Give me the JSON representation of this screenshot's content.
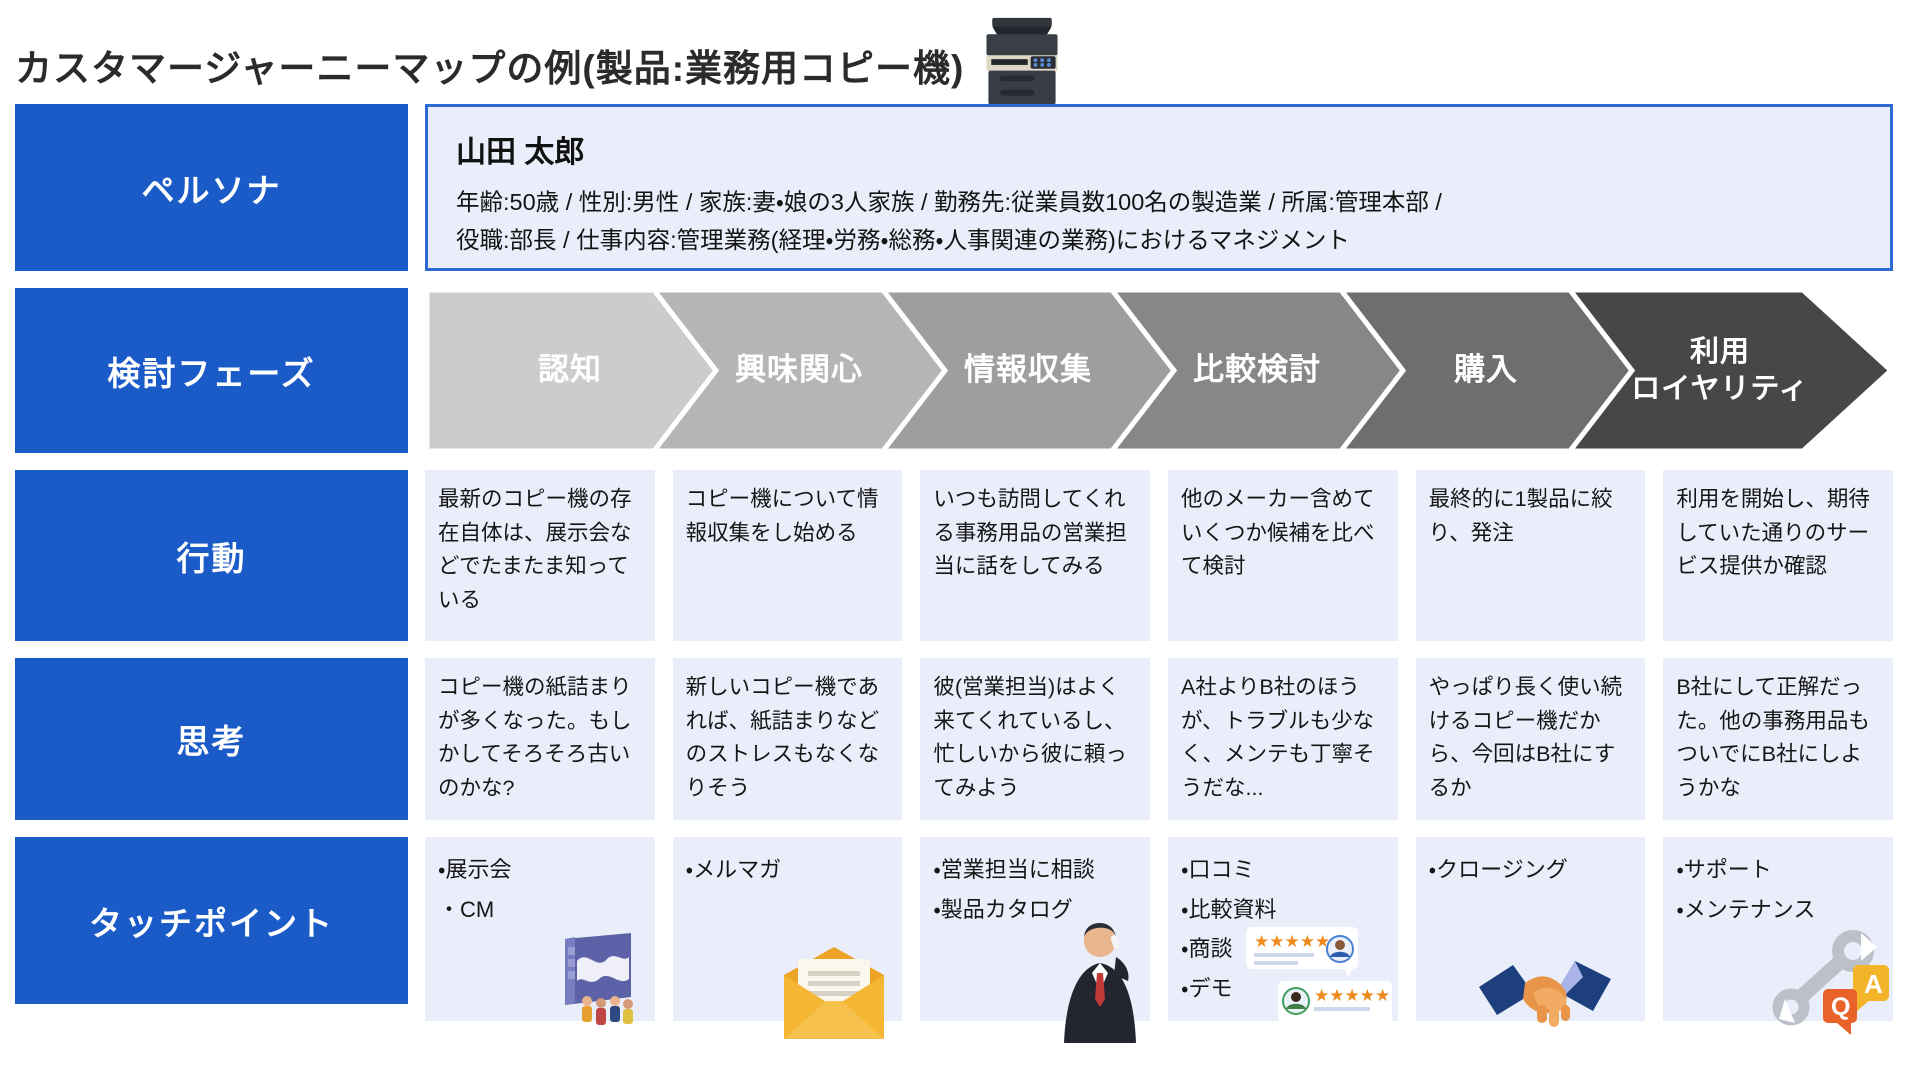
{
  "title": {
    "text": "カスタマージャーニーマップの例(製品:業務用コピー機)",
    "icon": "copier-icon"
  },
  "colors": {
    "primary_blue": "#1b5bc7",
    "cell_bg": "#e9eefa",
    "persona_border": "#2d6bd3"
  },
  "rows": {
    "persona": {
      "label": "ペルソナ",
      "name": "山田 太郎",
      "desc_lines": [
        "年齢:50歳 / 性別:男性 / 家族:妻・娘の3人家族 / 勤務先:従業員数100名の製造業 / 所属:管理本部 /",
        "役職:部長 / 仕事内容:管理業務(経理・労務・総務・人事関連の業務)におけるマネジメント"
      ]
    },
    "phases": {
      "label": "検討フェーズ",
      "items": [
        {
          "label": "認知",
          "color": "#cccccc"
        },
        {
          "label": "興味関心",
          "color": "#b5b5b5"
        },
        {
          "label": "情報収集",
          "color": "#9e9e9e"
        },
        {
          "label": "比較検討",
          "color": "#878787"
        },
        {
          "label": "購入",
          "color": "#6e6e6e"
        },
        {
          "label": "利用\nロイヤリティ",
          "color": "#474747"
        }
      ]
    },
    "behavior": {
      "label": "行動",
      "cells": [
        "最新のコピー機の存在自体は、展示会などでたまたま知っている",
        "コピー機について情報収集をし始める",
        "いつも訪問してくれる事務用品の営業担当に話をしてみる",
        "他のメーカー含めていくつか候補を比べて検討",
        "最終的に1製品に絞り、発注",
        "利用を開始し、期待していた通りのサービス提供か確認"
      ]
    },
    "thinking": {
      "label": "思考",
      "cells": [
        "コピー機の紙詰まりが多くなった。もしかしてそろそろ古いのかな?",
        "新しいコピー機であれば、紙詰まりなどのストレスもなくなりそう",
        "彼(営業担当)はよく来てくれているし、忙しいから彼に頼ってみよう",
        "A社よりB社のほうが、トラブルも少なく、メンテも丁寧そうだな...",
        "やっぱり長く使い続けるコピー機だから、今回はB社にするか",
        "B社にして正解だった。他の事務用品もついでにB社にしようかな"
      ]
    },
    "touchpoints": {
      "label": "タッチポイント",
      "cells": [
        {
          "items": [
            "・展示会",
            "・CM"
          ],
          "icon": "exhibition-booth-icon"
        },
        {
          "items": [
            "・メルマガ"
          ],
          "icon": "email-icon"
        },
        {
          "items": [
            "・営業担当に相談",
            "・製品カタログ"
          ],
          "icon": "phone-salesman-icon"
        },
        {
          "items": [
            "・口コミ",
            "・比較資料",
            "・商談",
            "・デモ"
          ],
          "icon": "review-stars-icon"
        },
        {
          "items": [
            "・クロージング"
          ],
          "icon": "handshake-icon"
        },
        {
          "items": [
            "・サポート",
            "・メンテナンス"
          ],
          "icon": "support-qa-icon"
        }
      ]
    }
  }
}
